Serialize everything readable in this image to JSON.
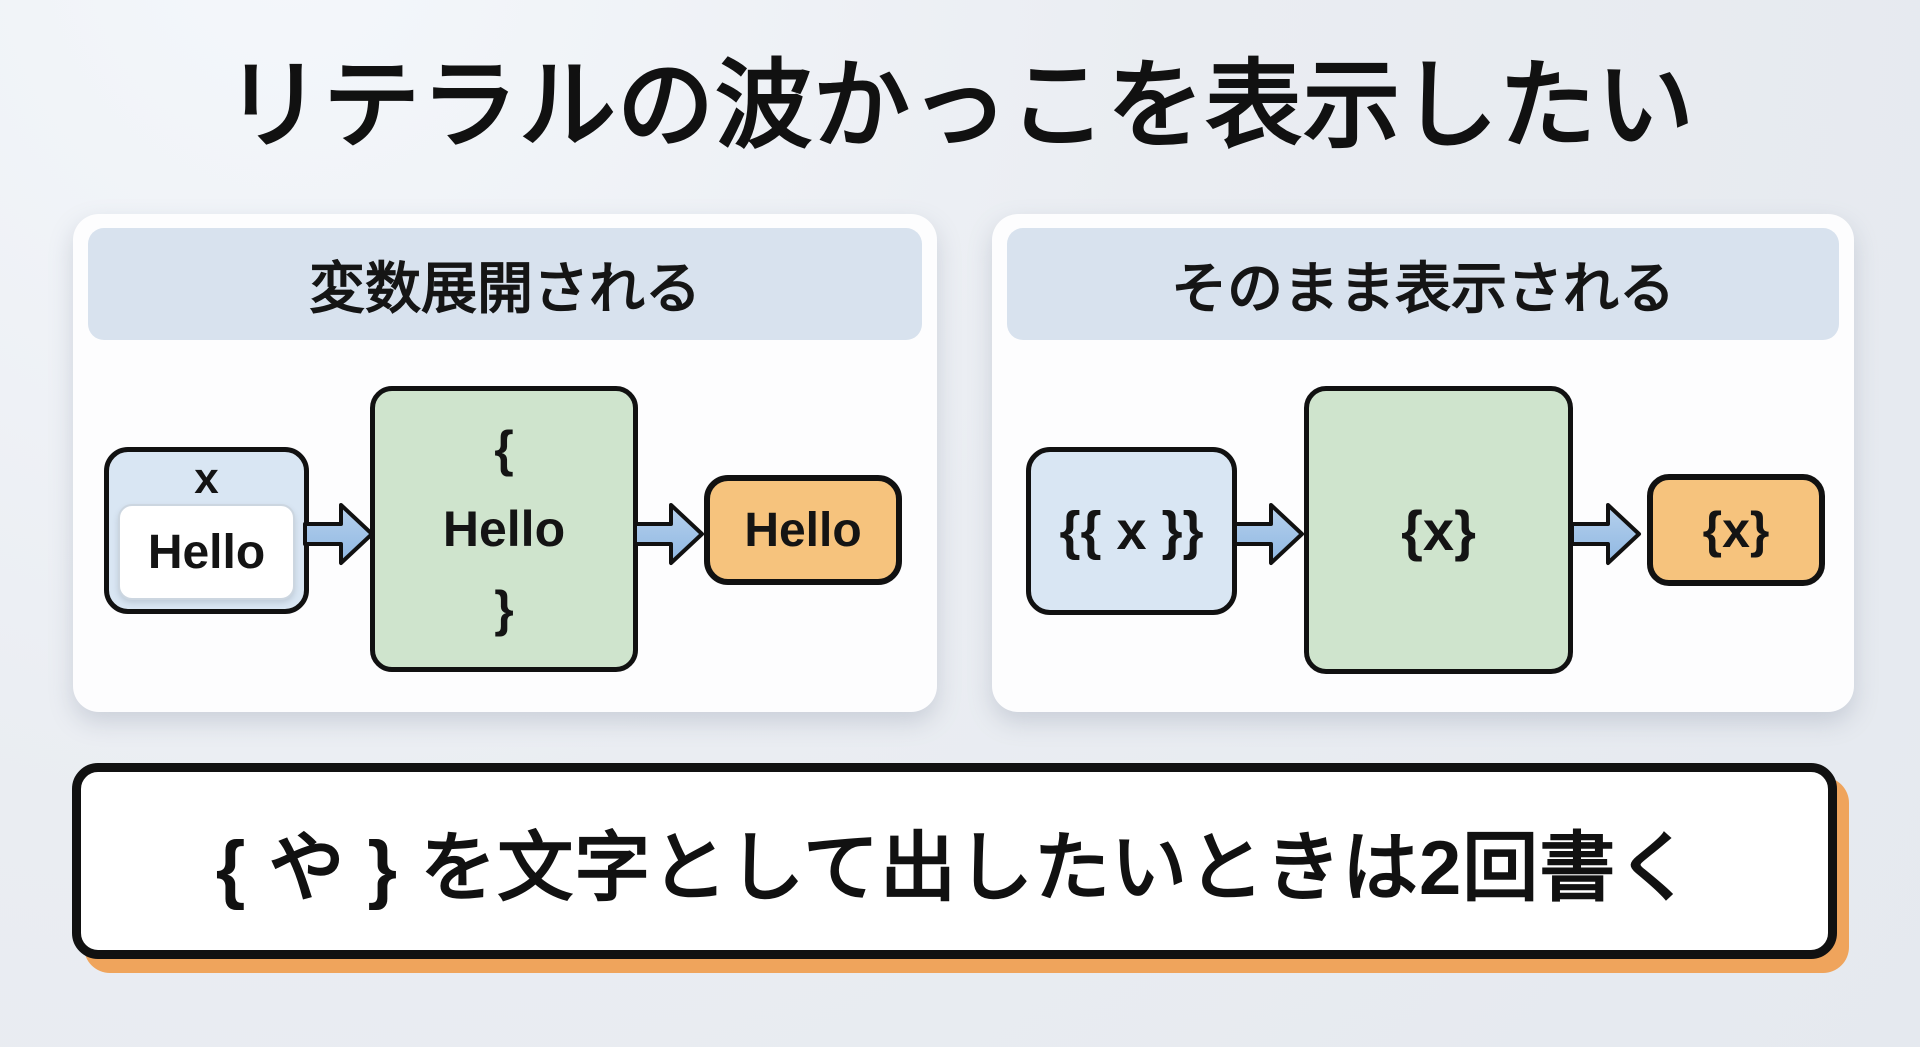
{
  "title": "リテラルの波かっこを表示したい",
  "panels": {
    "left": {
      "header": "変数展開される",
      "input": {
        "var_name": "x",
        "var_value": "Hello"
      },
      "template_lines": [
        "{",
        "Hello",
        "}"
      ],
      "output": "Hello"
    },
    "right": {
      "header": "そのまま表示される",
      "input": "{{ x }}",
      "template": "{x}",
      "output": "{x}"
    }
  },
  "footer": {
    "note": "{ や } を文字として出したいときは2回書く"
  },
  "icons": {
    "arrow": "arrow-right-icon"
  },
  "colors": {
    "background": "#eaedf2",
    "panel": "#fdfdfe",
    "header_bg": "#d8e2ee",
    "input_box": "#d9e6f3",
    "template_box": "#cfe4cd",
    "output_box": "#f6c37d",
    "arrow_fill": "#a9c9e9",
    "outline": "#111111",
    "banner_shadow": "#efa45c"
  }
}
